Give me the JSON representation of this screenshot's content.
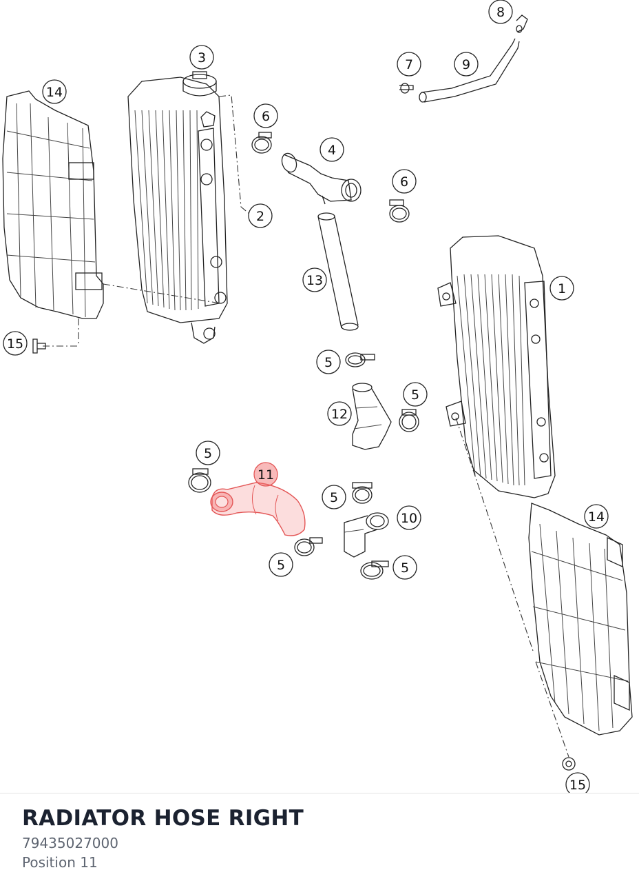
{
  "part": {
    "name": "RADIATOR HOSE RIGHT",
    "number": "79435027000",
    "position": "Position 11"
  },
  "highlight_color": "#f06666",
  "callouts": {
    "c1": "1",
    "c2": "2",
    "c3": "3",
    "c4": "4",
    "c5a": "5",
    "c5b": "5",
    "c5c": "5",
    "c5d": "5",
    "c5e": "5",
    "c5f": "5",
    "c6a": "6",
    "c6b": "6",
    "c7": "7",
    "c8": "8",
    "c9": "9",
    "c10": "10",
    "c11": "11",
    "c12": "12",
    "c13": "13",
    "c14a": "14",
    "c14b": "14",
    "c15a": "15",
    "c15b": "15"
  }
}
